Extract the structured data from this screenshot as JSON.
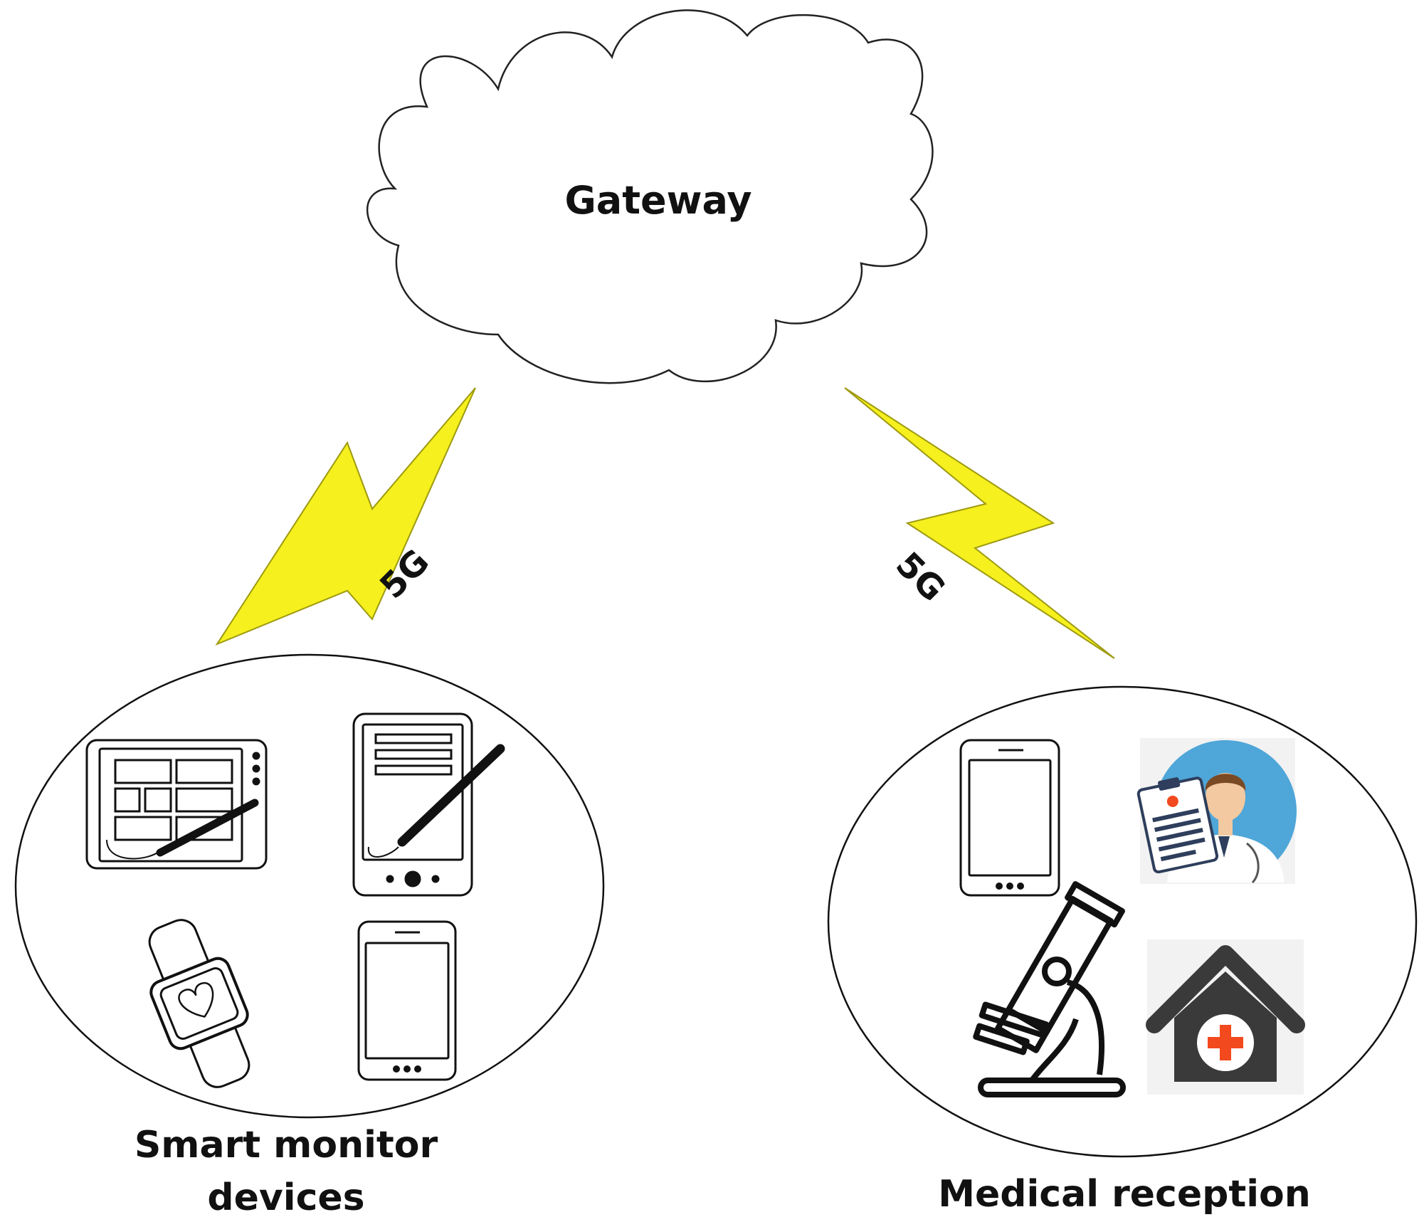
{
  "gateway": {
    "label": "Gateway"
  },
  "links": {
    "left": {
      "label": "5G"
    },
    "right": {
      "label": "5G"
    }
  },
  "groups": {
    "smart_monitor": {
      "label_line1": "Smart monitor",
      "label_line2": "devices"
    },
    "medical_reception": {
      "label": "Medical reception"
    }
  },
  "colors": {
    "bolt_fill": "#F5F01E",
    "bolt_stroke": "#9E9A10",
    "doctor_bg": "#4FA6D8",
    "medical_cross": "#F24A1E",
    "house_dark": "#3A3A3A",
    "line": "#111111"
  },
  "icons": [
    "tablet-with-stylus-icon",
    "pda-with-stylus-icon",
    "smartwatch-heart-icon",
    "smartphone-icon",
    "smartphone-icon",
    "doctor-avatar-icon",
    "microscope-icon",
    "medical-house-icon"
  ]
}
